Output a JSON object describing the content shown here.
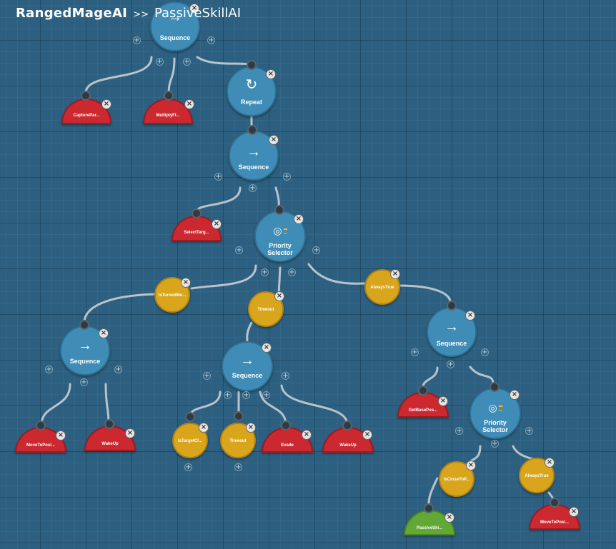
{
  "breadcrumb": {
    "root": "RangedMageAI",
    "separator": ">>",
    "current": "PassiveSkillAI"
  },
  "colors": {
    "composite": "#3f8db6",
    "decorator": "#d8a51c",
    "action": "#cc2830",
    "action_success": "#62a834",
    "edge": "#b9c3c9"
  },
  "icons": {
    "sequence": "arrow-right-icon",
    "repeat": "repeat-icon",
    "priority": "priority-selector-icon",
    "remove": "close-icon"
  },
  "nodes": {
    "root_sequence": "Sequence",
    "capture_action": "CapturePar...",
    "multiply_action": "MultiplyFl...",
    "repeat": "Repeat",
    "sequence_2": "Sequence",
    "select_target_action": "SelectTarg...",
    "priority_selector_1": "Priority Selector",
    "is_turned_decorator": "IsTurnedMo...",
    "timeout_decorator_1": "Timeout",
    "always_true_decorator_1": "AlwaysTrue",
    "sequence_left": "Sequence",
    "move_to_pos_action_1": "MoveToPosi...",
    "wake_up_action_1": "WakeUp",
    "sequence_middle": "Sequence",
    "is_target_decorator": "IsTargetCl...",
    "timeout_decorator_2": "Timeout",
    "evade_action": "Evade",
    "wake_up_action_2": "WakeUp",
    "sequence_right": "Sequence",
    "get_base_pos_action": "GetBasePos...",
    "priority_selector_2": "Priority Selector",
    "is_close_decorator": "IsCloseToP...",
    "always_true_decorator_2": "AlwaysTrue",
    "passive_skill_action": "PassiveSki...",
    "move_to_pos_action_2": "MoveToPosi..."
  }
}
